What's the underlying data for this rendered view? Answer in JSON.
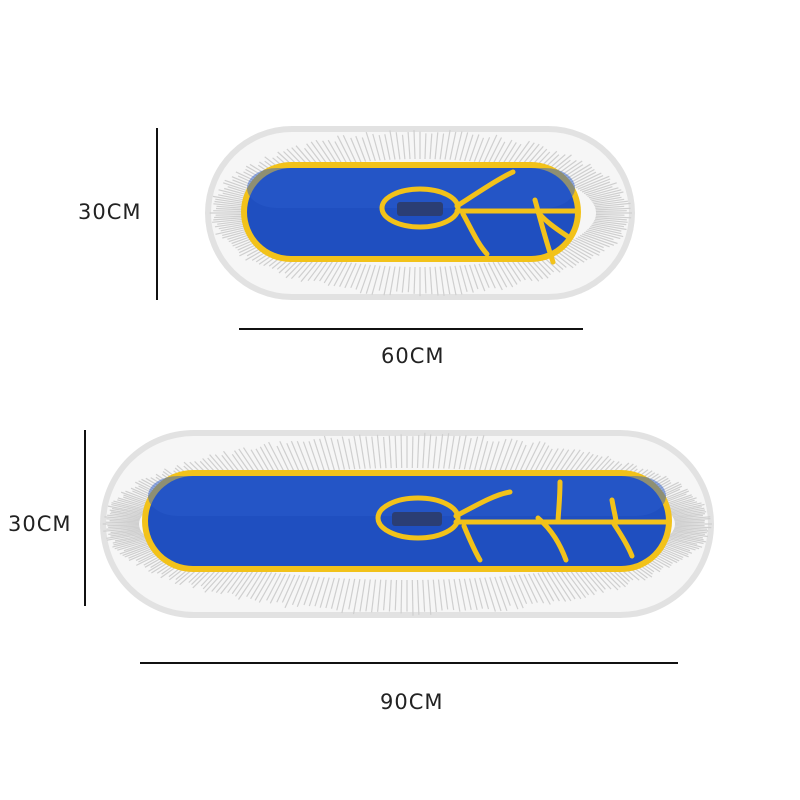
{
  "products": [
    {
      "name": "mop-pad-small",
      "height_label": "30CM",
      "width_label": "60CM"
    },
    {
      "name": "mop-pad-large",
      "height_label": "30CM",
      "width_label": "90CM"
    }
  ],
  "colors": {
    "pad_blue": "#1f4fc0",
    "pad_blue_dark": "#163c9e",
    "trim_yellow": "#f2c21a",
    "fringe_white": "#f4f4f4",
    "fringe_shadow": "#d4d4d4",
    "line": "#111111"
  }
}
